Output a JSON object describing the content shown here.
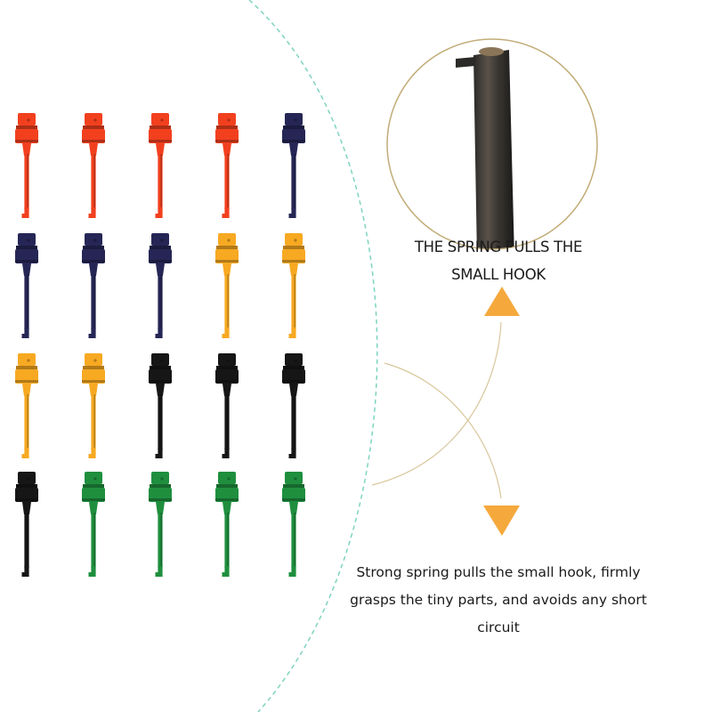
{
  "product_image": {
    "clip_rows": [
      [
        "red",
        "red",
        "red",
        "red",
        "navy"
      ],
      [
        "navy",
        "navy",
        "navy",
        "yellow",
        "yellow"
      ],
      [
        "yellow",
        "yellow",
        "black",
        "black",
        "black"
      ],
      [
        "black",
        "green",
        "green",
        "green",
        "green"
      ]
    ],
    "clip_colors": {
      "red": "#f2401f",
      "navy": "#262656",
      "yellow": "#f7a922",
      "black": "#161616",
      "green": "#1f8f3e"
    },
    "accent_color": "#f5a93c",
    "divider_color": "#7fd3c0",
    "zoom_circle_color": "#c2ac78"
  },
  "captions": {
    "zoom_label": "THE SPRING PULLS THE SMALL HOOK",
    "description": "Strong spring pulls the small hook, firmly grasps the tiny parts, and avoids any short circuit"
  }
}
